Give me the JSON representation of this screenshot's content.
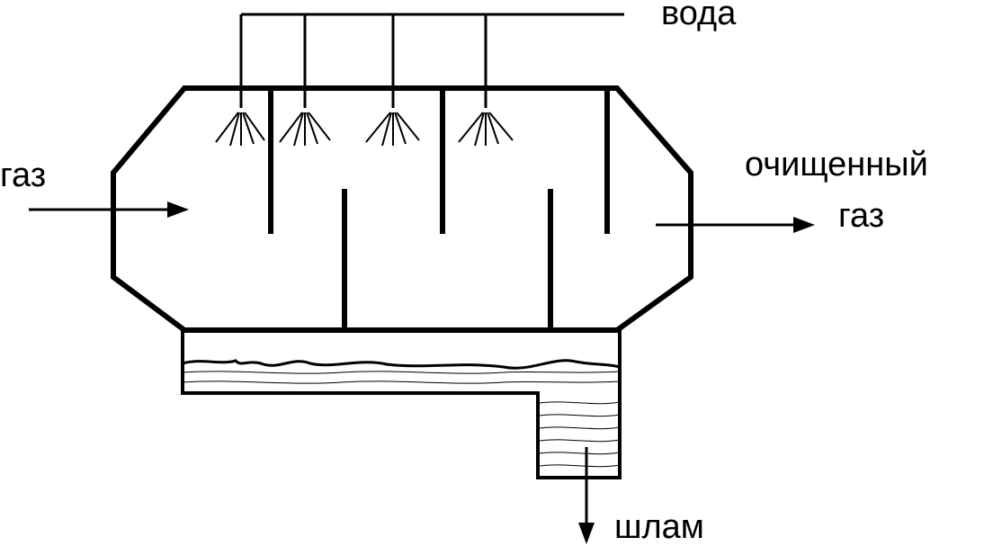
{
  "labels": {
    "water": "вода",
    "gas_in": "газ",
    "clean_gas_line1": "очищенный",
    "clean_gas_line2": "газ",
    "sludge": "шлам"
  },
  "colors": {
    "stroke": "#000000",
    "background": "#ffffff"
  }
}
